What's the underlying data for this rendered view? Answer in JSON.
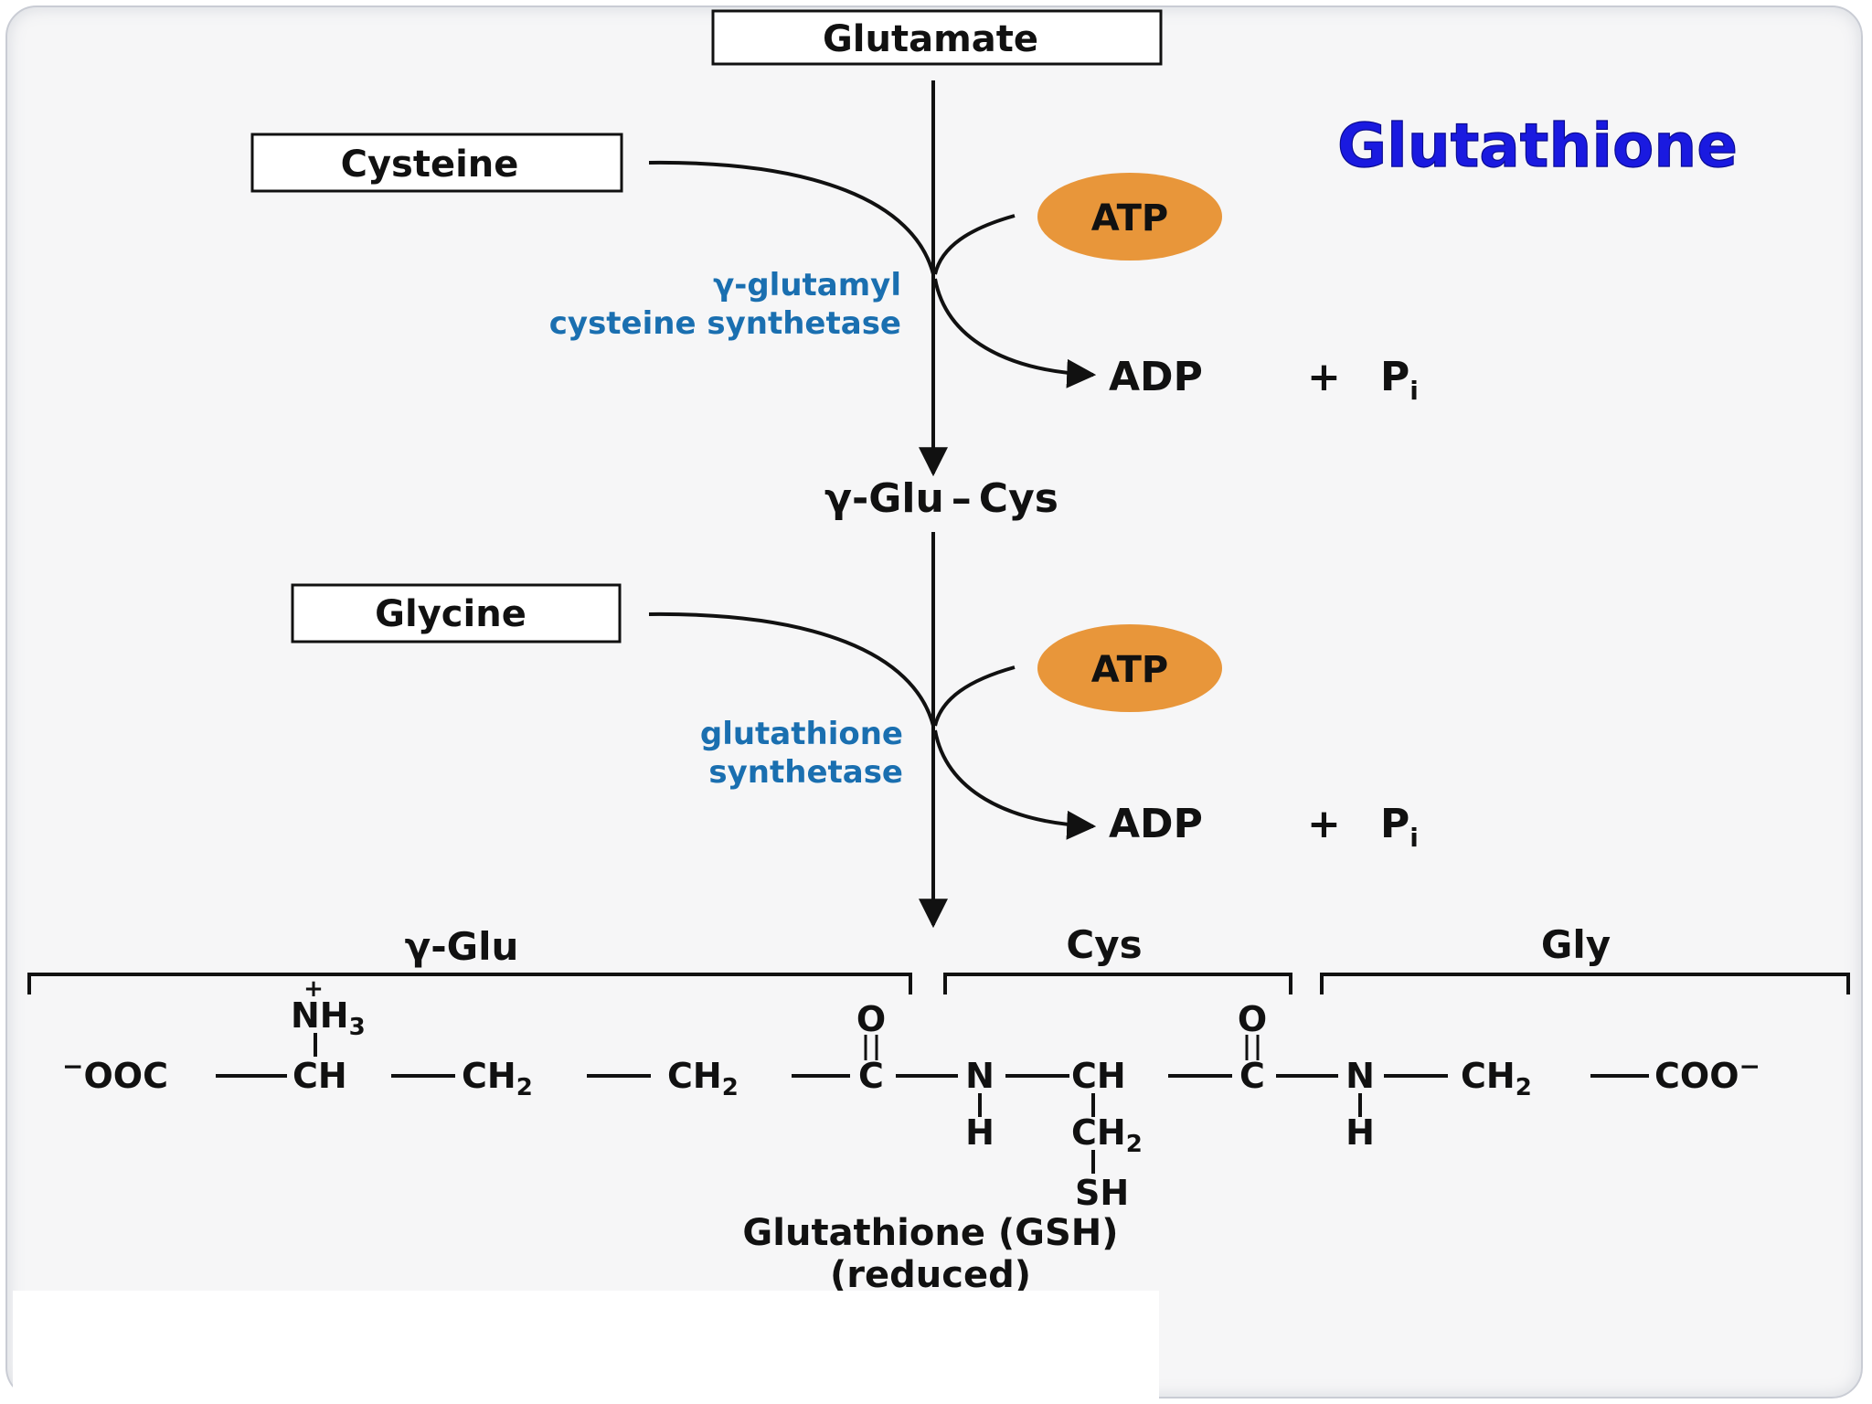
{
  "title": "Glutathione",
  "substrates": {
    "glutamate": "Glutamate",
    "cysteine": "Cysteine",
    "glycine": "Glycine"
  },
  "step1": {
    "enzyme_line1": "γ-glutamyl",
    "enzyme_line2": "cysteine synthetase",
    "atp": "ATP",
    "adp": "ADP",
    "plus": "+",
    "pi_base": "P",
    "pi_sub": "i"
  },
  "intermediate": {
    "left": "γ-Glu",
    "dash": "–",
    "right": "Cys"
  },
  "step2": {
    "enzyme_line1": "glutathione",
    "enzyme_line2": "synthetase",
    "atp": "ATP",
    "adp": "ADP",
    "plus": "+",
    "pi_base": "P",
    "pi_sub": "i"
  },
  "structure": {
    "residues": [
      "γ-Glu",
      "Cys",
      "Gly"
    ],
    "charge_plus": "+",
    "nh3_base": "NH",
    "nh3_sub": "3",
    "carbonyl_o": "O",
    "carboxylate_left": "OOC",
    "minus": "−",
    "ch": "CH",
    "ch2_base": "CH",
    "two": "2",
    "c": "C",
    "n": "N",
    "h": "H",
    "sh": "SH",
    "carboxylate_right": "COO"
  },
  "caption": {
    "line1": "Glutathione (GSH)",
    "line2": "(reduced)"
  },
  "colors": {
    "title": "#1a1ae0",
    "enzyme": "#1a6fb0",
    "atp_fill": "#e8963a",
    "text": "#111111"
  }
}
